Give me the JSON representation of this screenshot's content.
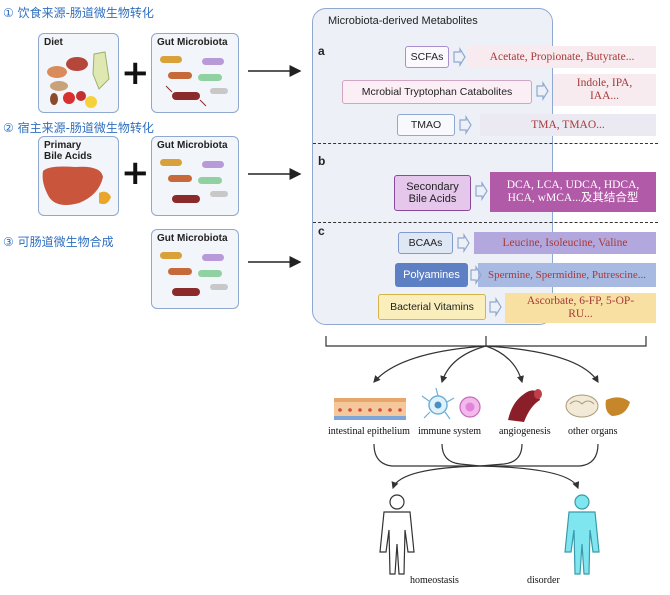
{
  "routes": [
    {
      "title": "① 饮食来源-肠道微生物转化",
      "source_label": "Diet",
      "microbe_label": "Gut Microbiota"
    },
    {
      "title": "② 宿主来源-肠道微生物转化",
      "source_label": "Primary\nBile Acids",
      "microbe_label": "Gut Microbiota"
    },
    {
      "title": "③ 可肠道微生物合成",
      "microbe_label": "Gut Microbiota"
    }
  ],
  "panel": {
    "title": "Microbiota-derived Metabolites",
    "sections": [
      {
        "letter": "a",
        "rows": [
          {
            "molecule": "SCFAs",
            "products": "Acetate, Propionate, Butyrate..."
          },
          {
            "molecule": "Mcrobial  Tryptophan Catabolites",
            "products": "Indole, IPA,\nIAA..."
          },
          {
            "molecule": "TMAO",
            "products": "TMA, TMAO..."
          }
        ]
      },
      {
        "letter": "b",
        "rows": [
          {
            "molecule": "Secondary\nBile Acids",
            "products": "DCA, LCA, UDCA, HDCA,\nHCA, wMCA...及其结合型"
          }
        ]
      },
      {
        "letter": "c",
        "rows": [
          {
            "molecule": "BCAAs",
            "products": "Leucine, Isoleucine, Valine"
          },
          {
            "molecule": "Polyamines",
            "products": "Spermine, Spermidine, Putrescine..."
          },
          {
            "molecule": "Bacterial Vitamins",
            "products": "Ascorbate, 6-FP, 5-OP-\nRU..."
          }
        ]
      }
    ]
  },
  "targets": [
    "intestinal epithelium",
    "immune system",
    "angiogenesis",
    "other organs"
  ],
  "outcomes": [
    "homeostasis",
    "disorder"
  ],
  "colors": {
    "route_title": "#2f6fc0",
    "card_border": "#8fa8d0",
    "product_text": "#a63a3a",
    "human_homeostasis": "#ffffff",
    "human_disorder": "#7fe6f0"
  }
}
